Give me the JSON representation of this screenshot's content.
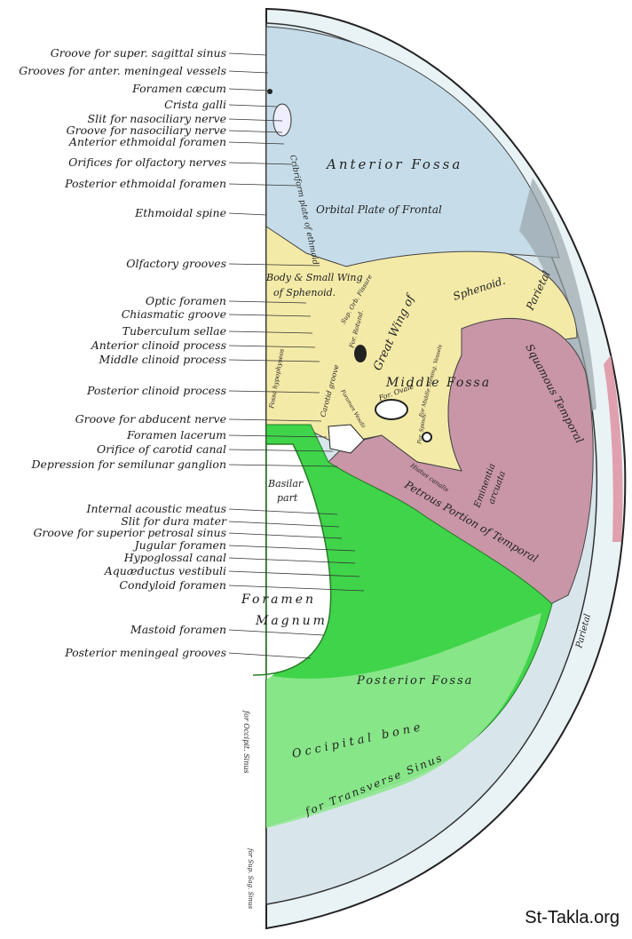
{
  "labels": [
    "Groove for super. sagittal sinus",
    "Grooves for anter. meningeal vessels",
    "Foramen cæcum",
    "Crista galli",
    "Slit for nasociliary nerve",
    "Groove for nasociliary nerve",
    "Anterior ethmoidal foramen",
    "Orifices for olfactory nerves",
    "Posterior ethmoidal foramen",
    "Ethmoidal spine",
    "Olfactory grooves",
    "Optic foramen",
    "Chiasmatic groove",
    "Tuberculum sellae",
    "Anterior clinoid process",
    "Middle clinoid process",
    "Posterior clinoid process",
    "Groove for abducent nerve",
    "Foramen lacerum",
    "Orifice of carotid canal",
    "Depression for semilunar ganglion",
    "Internal acoustic meatus",
    "Slit for dura mater",
    "Groove for superior petrosal sinus",
    "Jugular foramen",
    "Hypoglossal canal",
    "Aquæductus vestibuli",
    "Condyloid foramen",
    "Mastoid foramen",
    "Posterior meningeal grooves"
  ],
  "foramen_magnum": {
    "line1": "Foramen",
    "line2": "Magnum"
  },
  "regions": {
    "anterior_fossa": "Anterior Fossa",
    "orbital_plate": "Orbital Plate of Frontal",
    "cribriform": "Cribriform plate of ethmoid",
    "body_sphenoid_1": "Body & Small Wing",
    "body_sphenoid_2": "of Sphenoid.",
    "sup_orb_fissure": "Sup. Orb. Fissure",
    "great_wing": "Great Wing of",
    "sphenoid": "Sphenoid.",
    "parietal": "Parietal",
    "squamous": "Squamous Temporal",
    "middle_fossa": "Middle Fossa",
    "for_rotund": "For. Rotund.",
    "for_ovale": "For. Ovale",
    "for_spinosum": "For. Spinos.",
    "middle_meningeal": "For Middle Mening. Vessels",
    "foramen_vesalii": "Foramen Vesalii",
    "carotid_groove": "Carotid groove",
    "fossa_hypophyseos": "Fossa hypophyseos",
    "basilar_part_1": "Basilar",
    "basilar_part_2": "part",
    "hiatus_canalis": "Hiatus canalis",
    "eminentia_1": "Eminentia",
    "eminentia_2": "arcuata",
    "petrous": "Petrous Portion of Temporal",
    "posterior_fossa": "Posterior Fossa",
    "occipital_bone": "Occipital bone",
    "transverse_sinus": "for Transverse Sinus",
    "occipit_sinus": "for Occipit. Sinus",
    "sup_sag_sinus": "for Sup. Sag. Sinus",
    "parietal_lower": "Parietal"
  },
  "watermark": "St-Takla.org",
  "colors": {
    "frontal": "#cfe3ee",
    "sphenoid": "#f4eaa8",
    "temporal": "#c896a6",
    "occipital": "#3fd44a",
    "occipital_light": "#8fe88f",
    "bone": "#e9f3f6"
  }
}
